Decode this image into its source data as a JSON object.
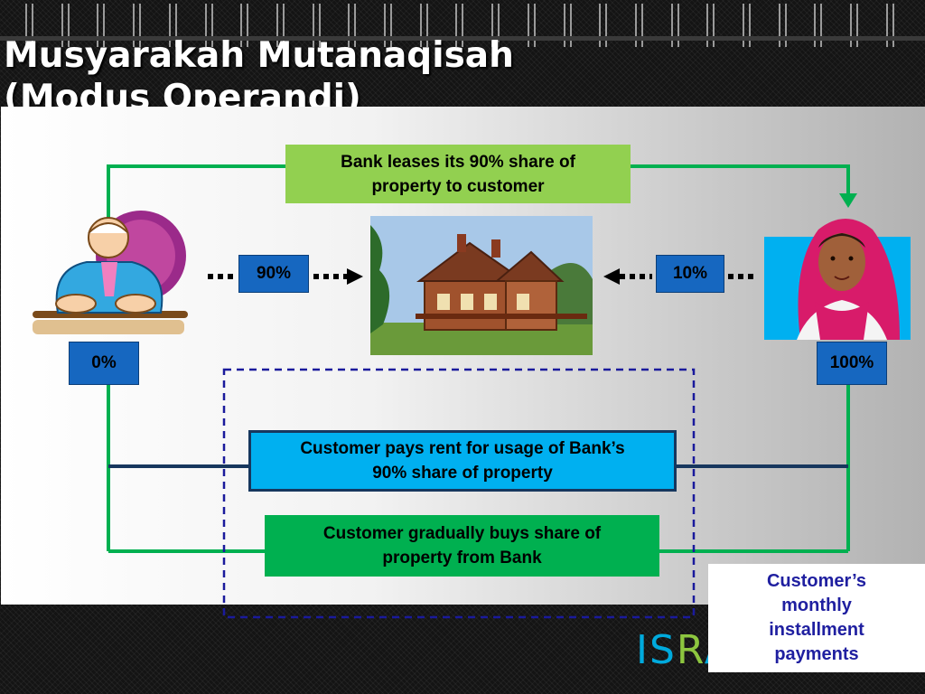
{
  "slide": {
    "title_line1": "Musyarakah Mutanaqisah",
    "title_line2": "(Modus Operandi)",
    "brand_text_part1": "IS",
    "brand_text_part2": "R",
    "brand_text_part3": "A"
  },
  "diagram": {
    "lease_box_line1": "Bank leases its 90% share of",
    "lease_box_line2": "property to customer",
    "bank_share_label": "90%",
    "customer_share_label": "10%",
    "bank_end_label": "0%",
    "customer_end_label": "100%",
    "rent_box_line1": "Customer pays rent for usage of Bank’s",
    "rent_box_line2": "90% share of property",
    "buy_box_line1": "Customer gradually buys share of",
    "buy_box_line2": "property from Bank",
    "installment_line1": "Customer’s",
    "installment_line2": "monthly",
    "installment_line3": "installment",
    "installment_line4": "payments"
  },
  "icons": {
    "banker": "banker-clipart-icon",
    "house": "house-clipart-icon",
    "customer": "customer-woman-clipart-icon"
  },
  "colors": {
    "lease_box": "#92d050",
    "percent_box": "#1667c0",
    "rent_box": "#00b0f0",
    "buy_box": "#00b050",
    "installment_text": "#1f1fa0",
    "flow_line": "#00b050",
    "rent_line": "#17375e",
    "dashed_frame": "#1a1a9c"
  }
}
